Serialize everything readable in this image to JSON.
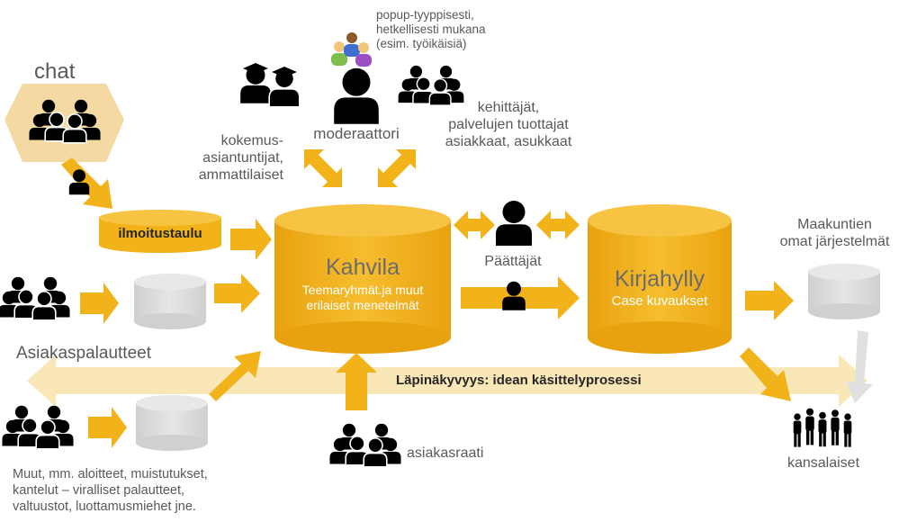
{
  "labels": {
    "chat": "chat",
    "ilmoitustaulu": "ilmoitustaulu",
    "kahvila_title": "Kahvila",
    "kahvila_sub": "Teemaryhmät.ja  muut\nerilaiset menetelmät",
    "kirjahylly_title": "Kirjahylly",
    "kirjahylly_sub": "Case kuvaukset",
    "popup": "popup-tyyppisesti,\nhetkellisesti mukana\n(esim. työikäisiä)",
    "moderaattori": "moderaattori",
    "kokemus": "kokemus-\nasiantuntijat,\nammattilaiset",
    "kehittajat": "kehittäjät,\npalvelujen tuottajat\nasiakkaat, asukkaat",
    "paattajat": "Päättäjät",
    "maakuntien": "Maakuntien\nomat järjestelmät",
    "asiakaspalautteet": "Asiakaspalautteet",
    "lapinakyvyys": "Läpinäkyvyys:  idean käsittelyprosessi",
    "asiakasraati": "asiakasraati",
    "kansalaiset": "kansalaiset",
    "muut": "Muut, mm. aloitteet, muistutukset,\nkantelut – viralliset palautteet,\nvaltuustot, luottamusmiehet jne."
  },
  "icons": {
    "group": "people-group-icon",
    "person": "person-icon",
    "graduates": "graduates-icon",
    "colorful_people": "colorful-people-icon",
    "citizens": "citizens-silhouette-icon",
    "database": "database-cylinder-icon",
    "arrow": "arrow-icon"
  },
  "colors": {
    "accent": "#f2b21a",
    "accent_light": "#fae7b8",
    "database_gray": "#d9d9d9",
    "chat_bg": "#f4d9a3",
    "text": "#595959",
    "icon": "#000000"
  }
}
